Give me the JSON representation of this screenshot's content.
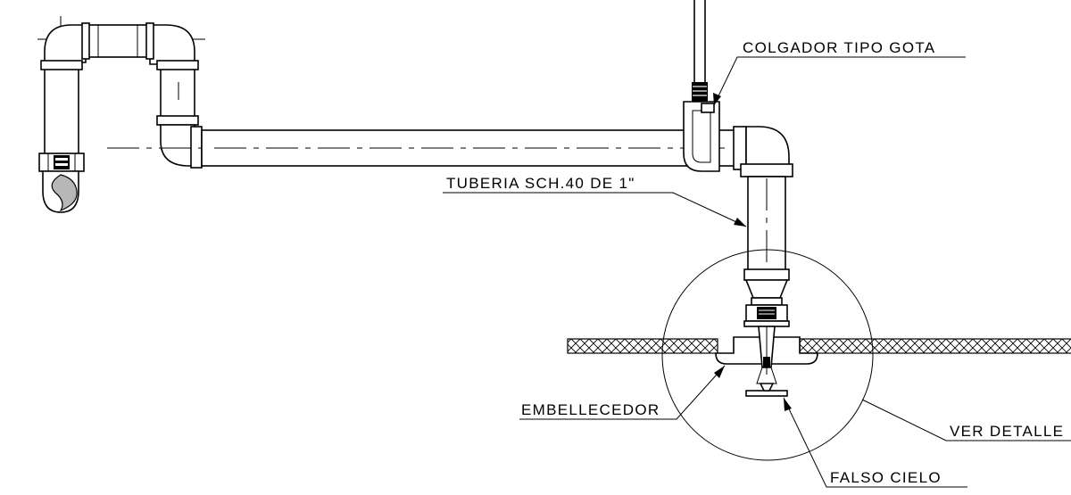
{
  "labels": {
    "hanger": "COLGADOR TIPO GOTA",
    "pipe": "TUBERIA SCH.40 DE 1\"",
    "escutcheon": "EMBELLECEDOR",
    "ceiling": "FALSO CIELO",
    "detail": "VER DETALLE"
  },
  "icons": {
    "arrow": "arrowhead-icon",
    "tee": "pipe-tee-icon",
    "sprinkler": "sprinkler-head-icon"
  }
}
